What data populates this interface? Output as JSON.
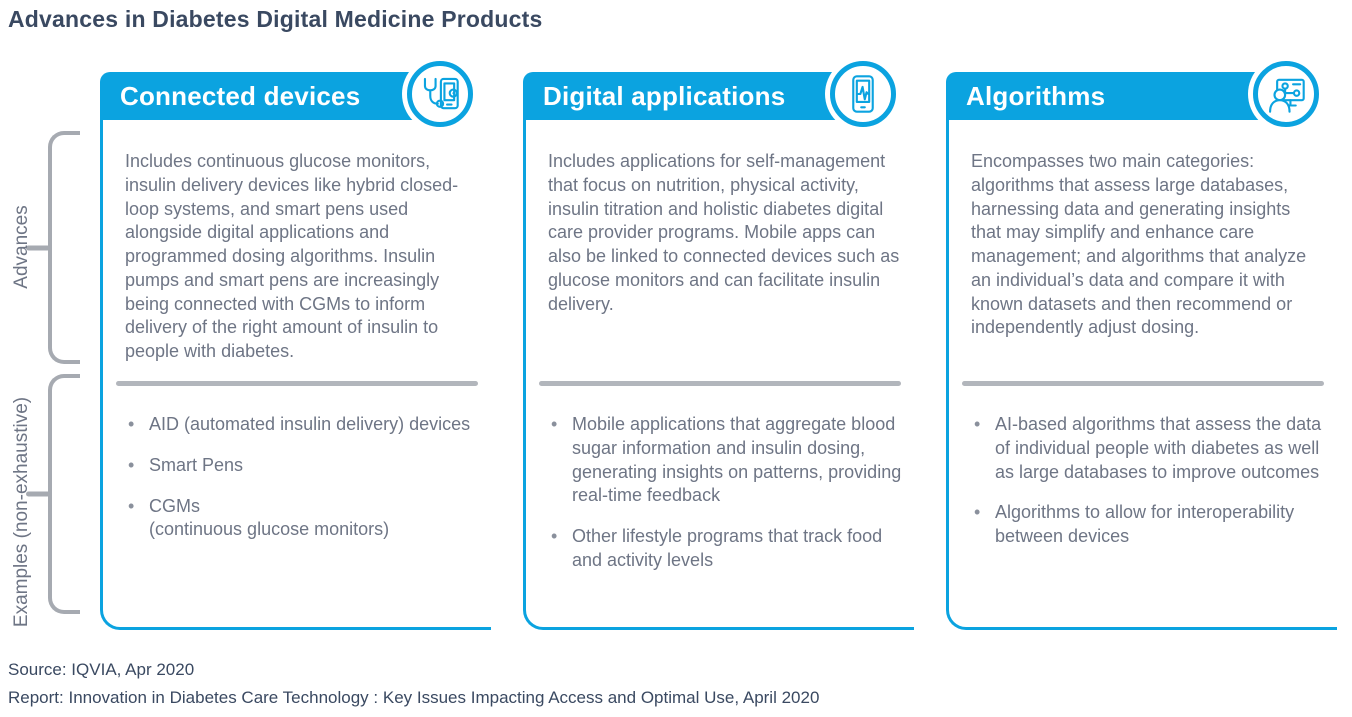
{
  "page": {
    "title": "Advances in Diabetes Digital Medicine Products",
    "source_line": "Source: IQVIA, Apr 2020",
    "report_line": "Report: Innovation in Diabetes Care Technology : Key Issues Impacting Access and Optimal Use, April 2020"
  },
  "row_labels": [
    {
      "label": "Advances"
    },
    {
      "label": "Examples (non-exhaustive)"
    }
  ],
  "colors": {
    "accent_blue": "#0ba3e0",
    "title_navy": "#3a4961",
    "body_gray": "#6e7585",
    "bracket_gray": "#a6aab1",
    "divider_gray": "#b2b6bc"
  },
  "cards": [
    {
      "title": "Connected devices",
      "icon": "stethoscope-phone-icon",
      "description": "Includes continuous glucose monitors, insulin delivery devices like hybrid closed-loop systems, and smart pens used alongside digital applications and programmed dosing algorithms. Insulin pumps and smart pens are increasingly being connected with CGMs to inform delivery of the right amount of insulin to people with diabetes.",
      "examples": [
        "AID (automated insulin delivery) devices",
        "Smart Pens",
        "CGMs\n(continuous glucose monitors)"
      ]
    },
    {
      "title": "Digital applications",
      "icon": "heartbeat-phone-icon",
      "description": "Includes applications for self-management that focus on nutrition, physical activity, insulin titration and holistic diabetes digital care provider programs. Mobile apps can also be linked to connected devices such as glucose monitors and can facilitate insulin delivery.",
      "examples": [
        "Mobile applications that aggregate blood sugar information and insulin dosing, generating insights on patterns, providing real-time feedback",
        "Other lifestyle programs that track food and activity levels"
      ]
    },
    {
      "title": "Algorithms",
      "icon": "person-data-screen-icon",
      "description": "Encompasses two main categories: algorithms that assess large databases, harnessing data and generating insights that may simplify and enhance care management; and algorithms that analyze an individual’s data and compare it with known datasets and then recommend or independently adjust dosing.",
      "examples": [
        "AI-based algorithms that assess the data of individual people with diabetes as well as large databases to improve outcomes",
        "Algorithms to allow for interoperability between devices"
      ]
    }
  ]
}
